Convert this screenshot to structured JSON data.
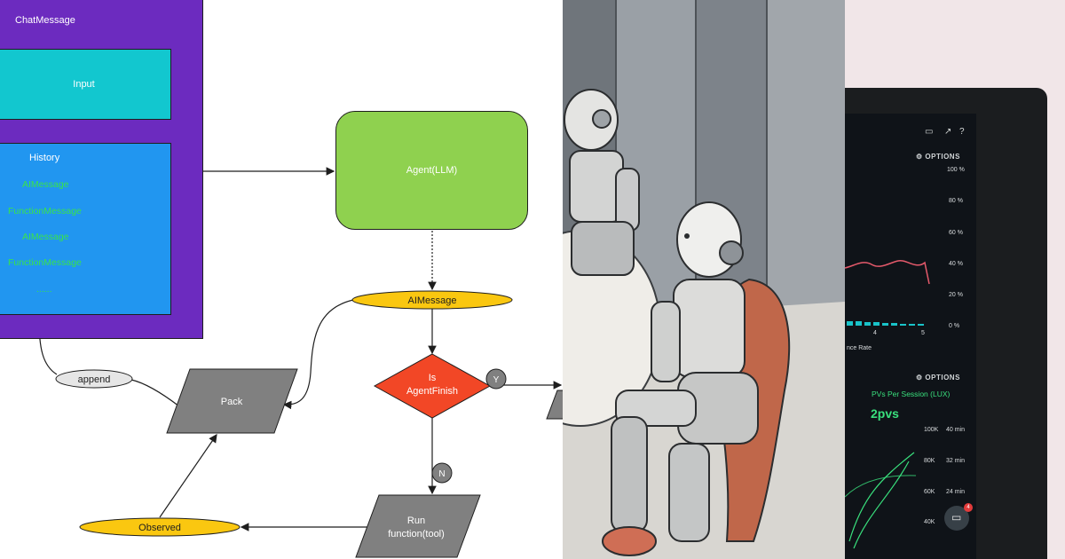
{
  "diagram": {
    "chat_message": "ChatMessage",
    "input": "Input",
    "history": {
      "title": "History",
      "items": [
        "AIMessage",
        "FunctionMessage",
        "AIMessage",
        "FunctionMessage",
        "......"
      ]
    },
    "agent": "Agent(LLM)",
    "ai_message": "AIMessage",
    "decision": {
      "line1": "Is",
      "line2": "AgentFinish"
    },
    "yes_label": "Y",
    "no_label": "N",
    "pack": "Pack",
    "append": "append",
    "run": {
      "line1": "Run",
      "line2": "function(tool)"
    },
    "observed": "Observed",
    "colors": {
      "chat_message": "#6c2bbf",
      "input": "#12c7cf",
      "history": "#2196f0",
      "history_text": "#39e34b",
      "agent": "#8fd14f",
      "ellipse": "#fac710",
      "decision": "#f24726",
      "parallelogram": "#808080",
      "connector": "#808080"
    }
  },
  "tablet": {
    "options_1": "OPTIONS",
    "options_2": "OPTIONS",
    "y_ticks": [
      "100 %",
      "80 %",
      "60 %",
      "40 %",
      "20 %",
      "0 %"
    ],
    "x_ticks": [
      "4",
      "5"
    ],
    "axis_label_fragment": "nce Rate",
    "metric_title": "PVs Per Session (LUX)",
    "metric_value": "2pvs",
    "left_ticks": [
      "100K",
      "80K",
      "60K",
      "40K"
    ],
    "right_ticks": [
      "40 min",
      "32 min",
      "24 min"
    ],
    "chat_badge": "4",
    "colors": {
      "accent": "#39e07d",
      "cyan": "#19c3c9",
      "red": "#e55a6b"
    }
  }
}
